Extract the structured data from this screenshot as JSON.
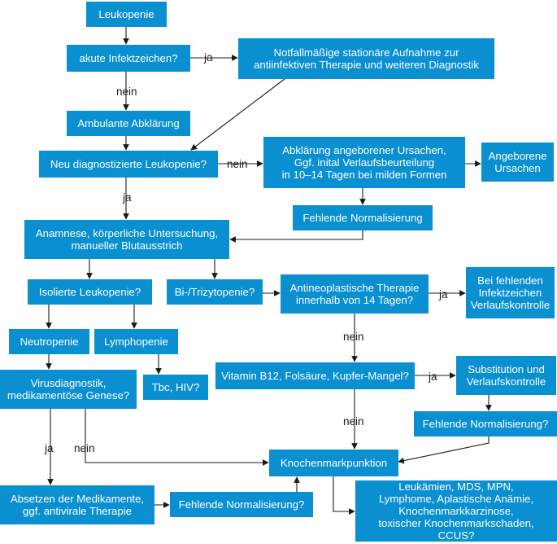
{
  "colors": {
    "box_fill": "#0a8fd0",
    "box_text": "#ffffff",
    "edge": "#1a1a1a",
    "label_text": "#1a1a1a"
  },
  "nodes": {
    "leukopenie": "Leukopenie",
    "akute": "akute Infektzeichen?",
    "notfall": "Notfallmäßige stationäre Aufnahme zur\nantiinfektiven Therapie und weiteren Diagnostik",
    "ambulant": "Ambulante Abklärung",
    "neu": "Neu diagnostizierte Leukopenie?",
    "abkl_angeb": "Abklärung angeborener Ursachen,\nGgf. inital Verlaufsbeurteilung\nin 10–14 Tagen bei milden Formen",
    "angeborene": "Angeborene\nUrsachen",
    "fehl1": "Fehlende Normalisierung",
    "anamnese": "Anamnese, körperliche Untersuchung,\nmanueller Blutausstrich",
    "isoliert": "Isolierte Leukopenie?",
    "bitri": "Bi-/Trizytopenie?",
    "antineo": "Antineoplastische Therapie\ninnerhalb von 14 Tagen?",
    "bei_fehl": "Bei fehlenden\nInfektzeichen\nVerlaufskontrolle",
    "neutro": "Neutropenie",
    "lympho": "Lymphopenie",
    "tbc": "Tbc, HIV?",
    "virus": "Virusdiagnostik,\nmedikamentöse Genese?",
    "vitamin": "Vitamin B12, Folsäure, Kupfer-Mangel?",
    "subst": "Substitution und\nVerlaufskontrolle",
    "fehl2": "Fehlende Normalisierung?",
    "knochen": "Knochenmarkpunktion",
    "absetzen": "Absetzen der Medikamente,\nggf. antivirale Therapie",
    "fehl3": "Fehlende Normalisierung?",
    "leukaemien": "Leukämien, MDS, MPN,\nLymphome, Aplastische Anämie,\nKnochenmarkkarzinose,\ntoxischer Knochenmarkschaden, CCUS?"
  },
  "edge_labels": {
    "ja1": "ja",
    "nein1": "nein",
    "nein2": "nein",
    "ja2": "ja",
    "ja3": "ja",
    "nein3": "nein",
    "ja4": "ja",
    "nein4": "nein",
    "ja5": "ja",
    "nein5": "nein"
  }
}
